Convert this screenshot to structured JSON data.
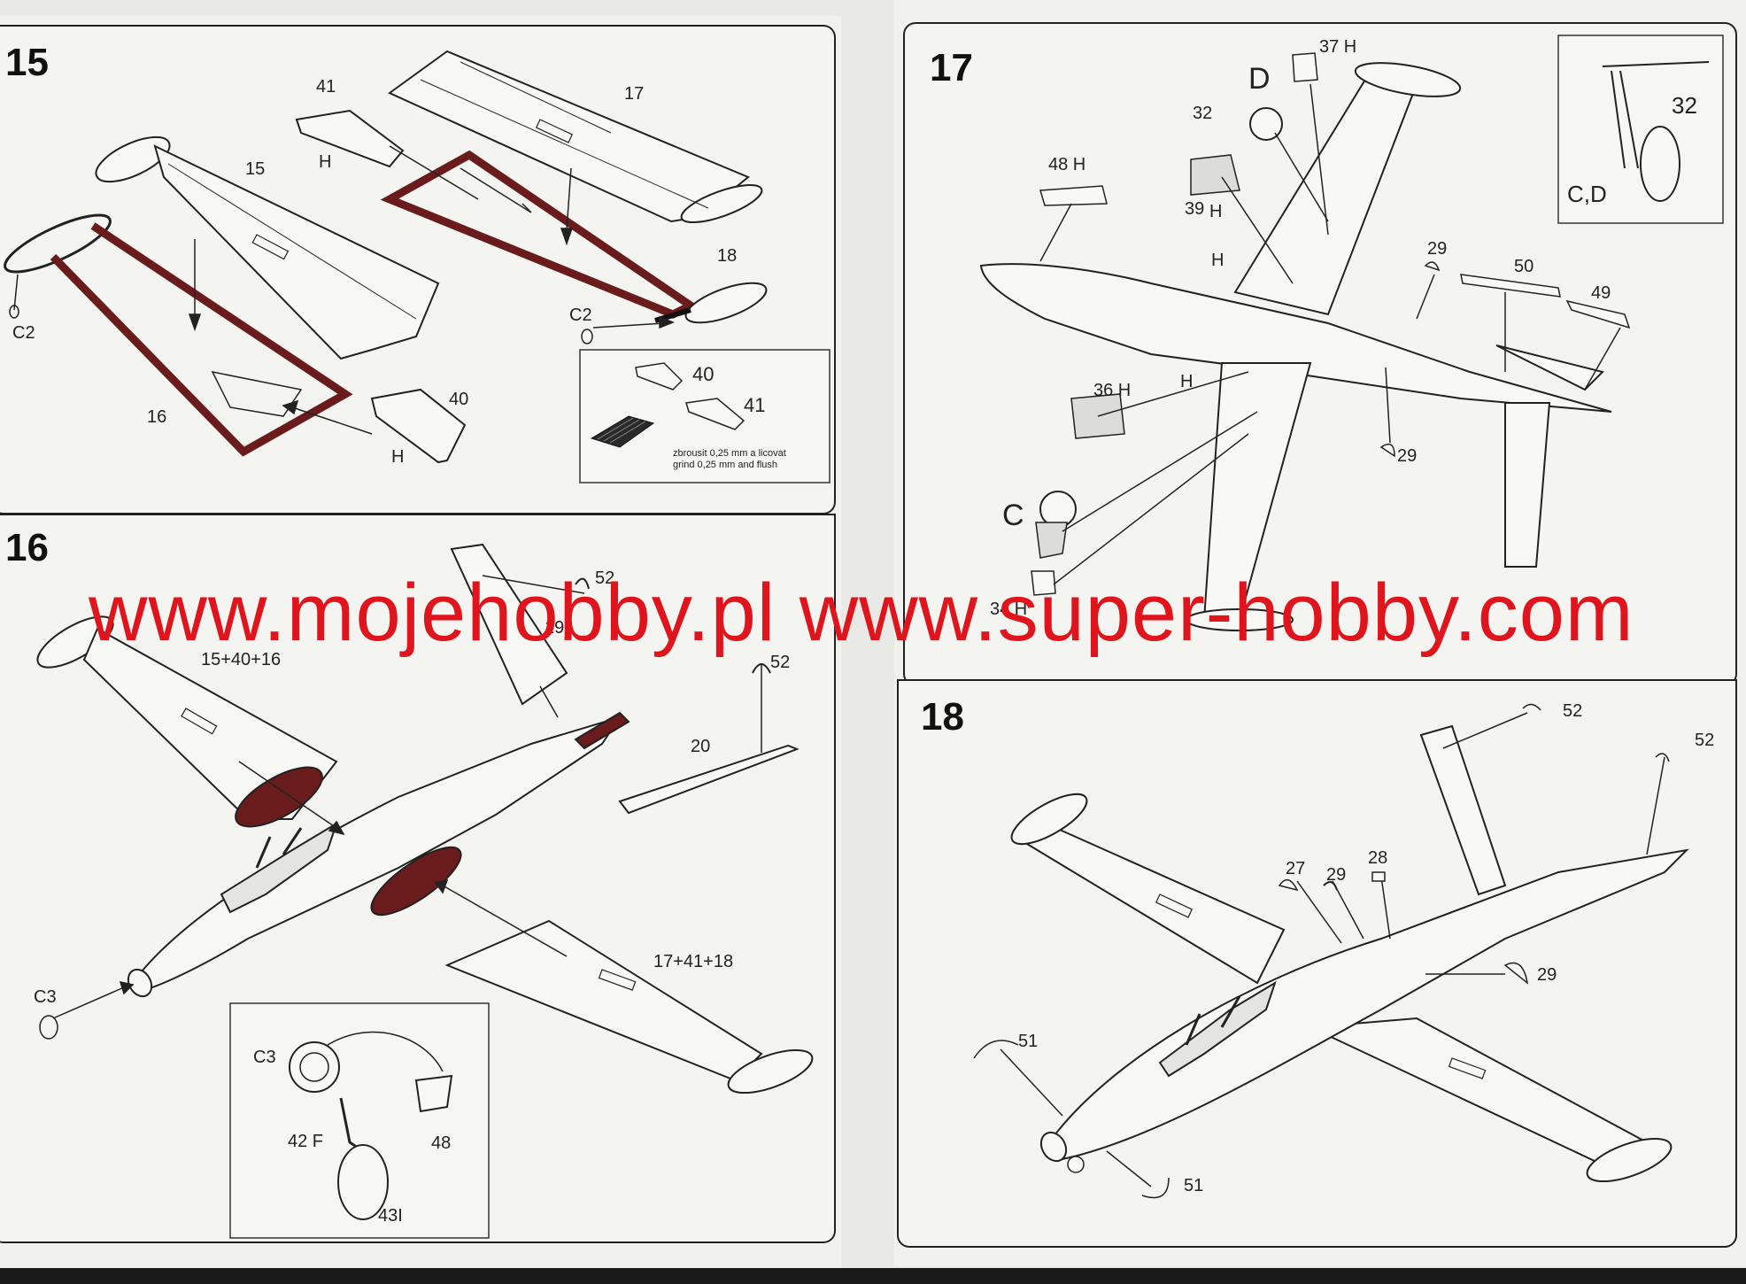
{
  "steps": {
    "s15": {
      "number": "15",
      "labels": {
        "l41": "41",
        "lH1": "H",
        "l17": "17",
        "l15": "15",
        "l18": "18",
        "lC2a": "C2",
        "lC2b": "C2",
        "l16": "16",
        "l40": "40",
        "lH2": "H"
      },
      "inset": {
        "l40": "40",
        "l41": "41",
        "note_cz": "zbrousit 0,25 mm a licovat",
        "note_en": "grind 0,25 mm and flush"
      }
    },
    "s16": {
      "number": "16",
      "labels": {
        "l52a": "52",
        "l19": "19",
        "l1540": "15+40+16",
        "l52b": "52",
        "l20": "20",
        "l1741": "17+41+18",
        "lC3": "C3"
      },
      "inset": {
        "lC3": "C3",
        "l42F": "42 F",
        "l48": "48",
        "l43": "43I"
      }
    },
    "s17": {
      "number": "17",
      "labels": {
        "l37H": "37 H",
        "lD": "D",
        "l32": "32",
        "l48H": "48 H",
        "l39H": "39",
        "l39Hh": "H",
        "lH1": "H",
        "l29a": "29",
        "l50": "50",
        "l49": "49",
        "l36H": "36 H",
        "lH2": "H",
        "l29b": "29",
        "lC": "C",
        "l34H": "34 H"
      },
      "inset": {
        "l32": "32",
        "lCD": "C,D"
      }
    },
    "s18": {
      "number": "18",
      "labels": {
        "l52a": "52",
        "l52b": "52",
        "l27": "27",
        "l29a": "29",
        "l28": "28",
        "l29b": "29",
        "l51a": "51",
        "l51b": "51"
      }
    }
  },
  "watermark": "www.mojehobby.pl www.super-hobby.com",
  "colors": {
    "accent_red": "#e0141c",
    "sealant": "#6a1c1c",
    "ink": "#222222",
    "paper": "#f4f4f1"
  }
}
